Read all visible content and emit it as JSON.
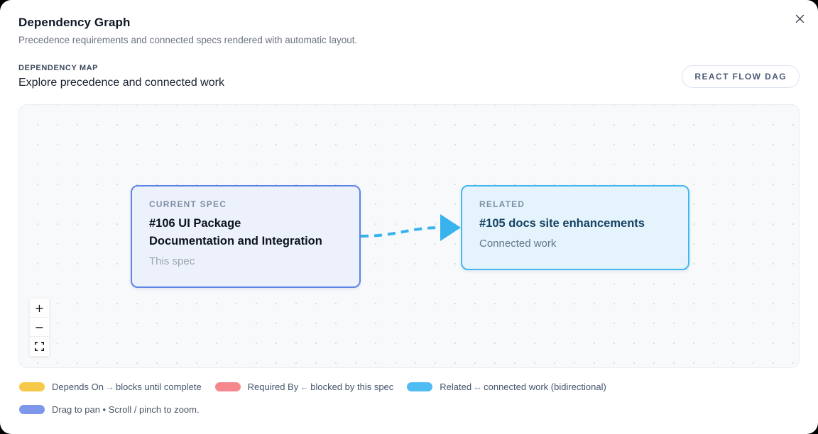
{
  "modal": {
    "title": "Dependency Graph",
    "subtitle": "Precedence requirements and connected specs rendered with automatic layout."
  },
  "section": {
    "eyebrow": "DEPENDENCY MAP",
    "heading": "Explore precedence and connected work",
    "badge": "REACT FLOW DAG"
  },
  "graph": {
    "edge_color": "#38b3ee",
    "current_node": {
      "kind": "CURRENT SPEC",
      "line1": "#106 UI Package",
      "line2": "Documentation and Integration",
      "note": "This spec",
      "border_color": "#5c85e6",
      "bg_color": "#edf1fb"
    },
    "related_node": {
      "kind": "RELATED",
      "title": "#105 docs site enhancements",
      "note": "Connected work",
      "border_color": "#41b8ef",
      "bg_color": "#e4f3fc"
    },
    "controls": {
      "zoom_in": "+",
      "zoom_out": "−"
    }
  },
  "legend": {
    "items": [
      {
        "label": "Depends On",
        "arrow": "→",
        "desc": "blocks until complete",
        "color": "#f6c94a"
      },
      {
        "label": "Required By",
        "arrow": "←",
        "desc": "blocked by this spec",
        "color": "#f5878f"
      },
      {
        "label": "Related",
        "arrow": "↔",
        "desc": "connected work (bidirectional)",
        "color": "#4fbcf2"
      }
    ],
    "hint": {
      "color": "#7e97ec",
      "text": "Drag to pan • Scroll / pinch to zoom."
    }
  }
}
